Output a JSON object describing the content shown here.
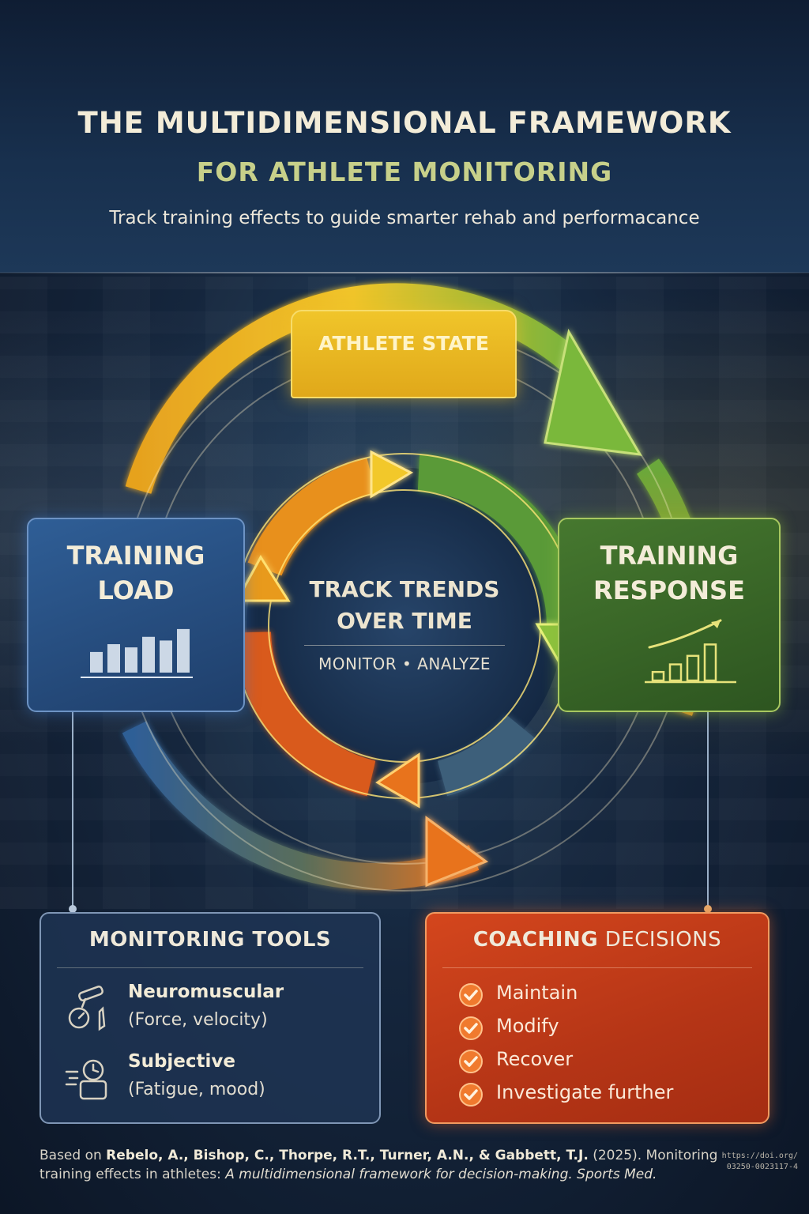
{
  "header": {
    "title": "THE MULTIDIMENSIONAL FRAMEWORK",
    "subtitle": "FOR ATHLETE MONITORING",
    "tagline": "Track training effects to guide smarter rehab and performacance"
  },
  "cycle": {
    "athlete_state": "ATHLETE STATE",
    "training_load": [
      "TRAINING",
      "LOAD"
    ],
    "training_response": [
      "TRAINING",
      "RESPONSE"
    ],
    "center_title": [
      "TRACK TRENDS",
      "OVER TIME"
    ],
    "center_sub": "MONITOR • ANALYZE",
    "load_bars": [
      0.45,
      0.62,
      0.55,
      0.78,
      0.7,
      0.95
    ],
    "response_bars": [
      0.18,
      0.34,
      0.52,
      0.76
    ],
    "colors": {
      "yellow": "#f0c52a",
      "green": "#6aa83a",
      "blue": "#2f5e96",
      "orange": "#e8731f",
      "red": "#c83c1a"
    }
  },
  "tools": {
    "title": "MONITORING TOOLS",
    "items": [
      {
        "name": "Neuromuscular",
        "desc": "(Force, velocity)",
        "icon": "dumbbell-gauge-icon"
      },
      {
        "name": "Subjective",
        "desc": "(Fatigue, mood)",
        "icon": "clock-scale-icon"
      }
    ]
  },
  "decisions": {
    "title_bold": "COACHING",
    "title_light": " DECISIONS",
    "items": [
      "Maintain",
      "Modify",
      "Recover",
      "Investigate further"
    ]
  },
  "citation": {
    "prefix": "Based on ",
    "authors": "Rebelo, A., Bishop, C., Thorpe, R.T., Turner, A.N., & Gabbett, T.J.",
    "year": " (2025). Monitoring training effects in athletes: ",
    "work": "A multidimensional framework for decision-making. Sports Med.",
    "doi_line1": "https://doi.org/",
    "doi_line2": "03250-0023117-4"
  }
}
